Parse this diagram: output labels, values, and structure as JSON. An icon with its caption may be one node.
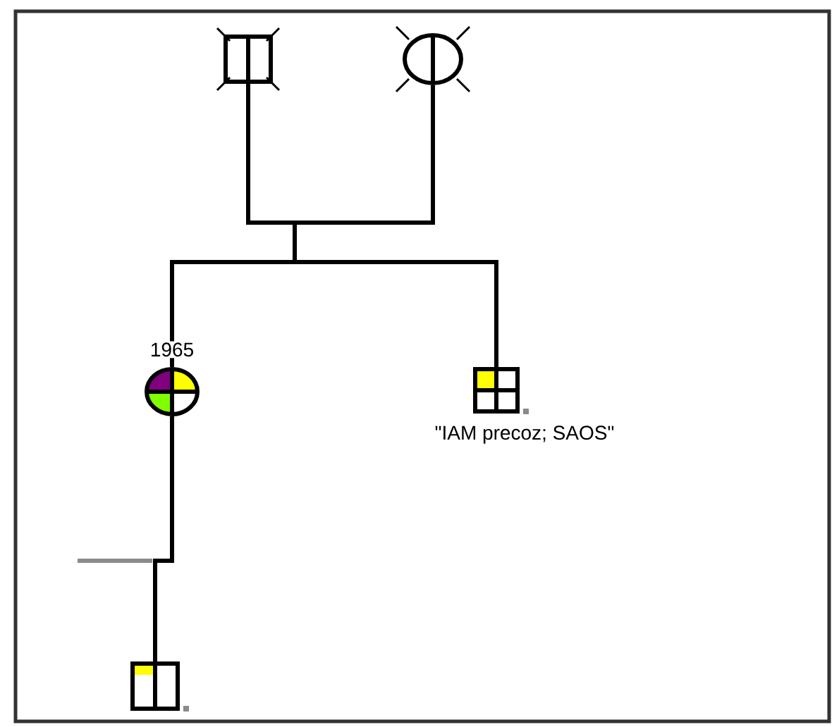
{
  "diagram": {
    "nodes": [
      {
        "text": [],
        "shape": "box"
      },
      {
        "text": [],
        "shape": "circle"
      },
      {
        "text": [],
        "shape": "circle",
        "beside": [
          "1965"
        ]
      },
      {
        "text": [],
        "shape": "box",
        "beside": [
          "\"IAM precoz; SAOS\""
        ]
      },
      {
        "text": [],
        "shape": "box"
      }
    ],
    "edges": [
      {
        "from": 0,
        "to": 2,
        "arrow": "none"
      },
      {
        "from": 0,
        "to": 3,
        "arrow": "none"
      },
      {
        "from": 1,
        "to": 2,
        "arrow": "none"
      },
      {
        "from": 1,
        "to": 3,
        "arrow": "none"
      },
      {
        "from": 2,
        "to": 4,
        "arrow": "none"
      }
    ]
  }
}
